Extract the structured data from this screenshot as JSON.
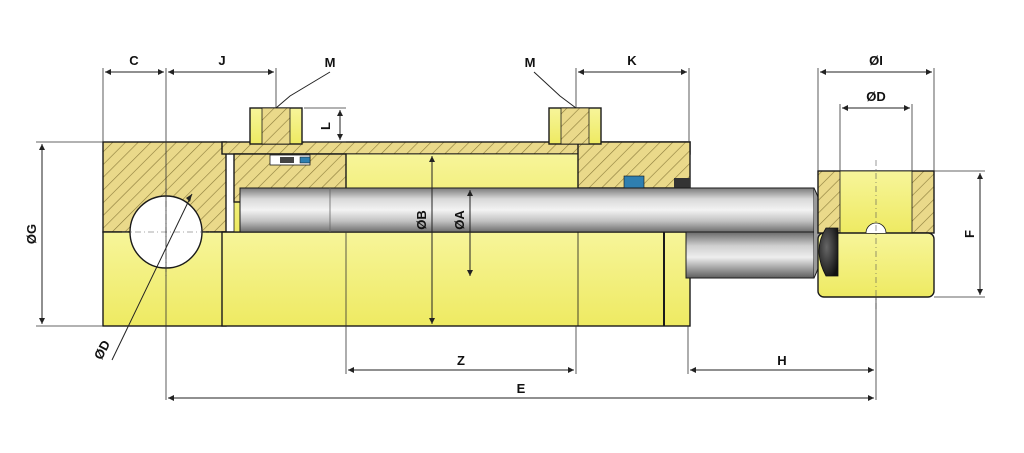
{
  "labels": {
    "C": "C",
    "J": "J",
    "M_left": "M",
    "M_right": "M",
    "K": "K",
    "I": "ØI",
    "D_top": "ØD",
    "L": "L",
    "G": "ØG",
    "B": "ØB",
    "A": "ØA",
    "F": "F",
    "D_left": "ØD",
    "Z": "Z",
    "H": "H",
    "E": "E"
  },
  "colors": {
    "body_yellow": "#f4f27a",
    "hatch_fill": "#e9d98a",
    "hatch_line": "#8a7a3a",
    "rod_light": "#e8e8e8",
    "rod_dark": "#8a8a8a",
    "seal_blue": "#2f7fb0",
    "seal_dark": "#333333"
  }
}
